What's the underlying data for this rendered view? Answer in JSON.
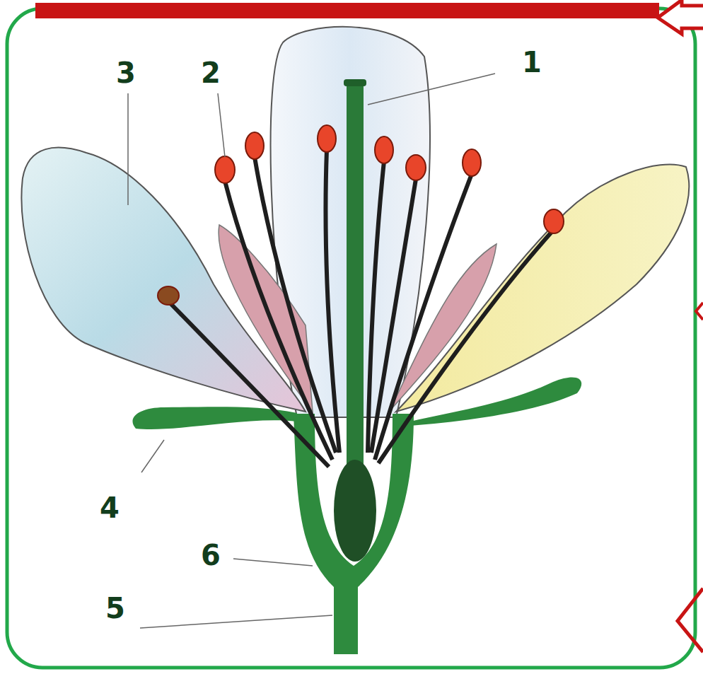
{
  "diagram": {
    "labels": [
      "3",
      "2",
      "1",
      "4",
      "6",
      "5"
    ]
  }
}
